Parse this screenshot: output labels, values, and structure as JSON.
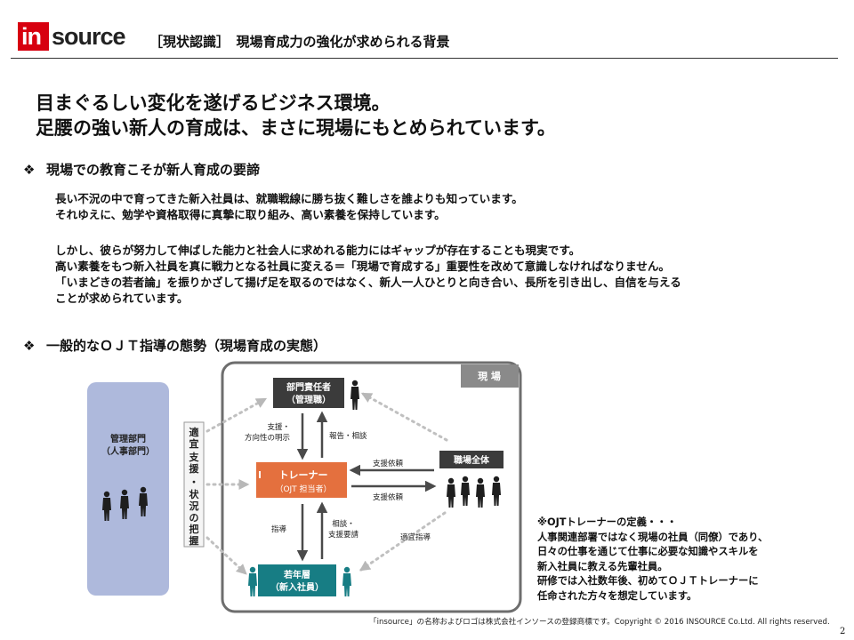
{
  "header": {
    "logo_text_in": "in",
    "logo_text_rest": "source",
    "title": "［現状認識］　現場育成力の強化が求められる背景"
  },
  "headline": {
    "line1": "目まぐるしい変化を遂げるビジネス環境。",
    "line2": "足腰の強い新人の育成は、まさに現場にもとめられています。"
  },
  "section1": {
    "bullet": "❖",
    "title": "現場での教育こそが新人育成の要諦",
    "paragraph1": [
      "長い不況の中で育ってきた新入社員は、就職戦線に勝ち抜く難しさを誰よりも知っています。",
      "それゆえに、勉学や資格取得に真摯に取り組み、高い素養を保持しています。"
    ],
    "paragraph2": [
      "しかし、彼らが努力して伸ばした能力と社会人に求めれる能力にはギャップが存在することも現実です。",
      "高い素養をもつ新入社員を真に戦力となる社員に変える＝「現場で育成する」重要性を改めて意識しなければなりません。",
      "「いまどきの若者論」を振りかざして揚げ足を取るのではなく、新人一人ひとりと向き合い、長所を引き出し、自信を与える",
      "ことが求められています。"
    ]
  },
  "section2": {
    "bullet": "❖",
    "title": "一般的なＯＪＴ指導の態勢（現場育成の実態）"
  },
  "diagram": {
    "admin_dept": [
      "管理部門",
      "（人事部門）"
    ],
    "vertical_box": [
      "適",
      "宜",
      "支",
      "援",
      "・",
      "状",
      "況",
      "の",
      "把",
      "握"
    ],
    "workplace_label": "現 場",
    "manager": [
      "部門責任者",
      "（管理職）"
    ],
    "trainer": [
      "トレーナー",
      "（OJT 担当者）"
    ],
    "workplace_all": "職場全体",
    "young": [
      "若年層",
      "（新入社員）"
    ],
    "support_direction": [
      "支援・",
      "方向性の明示"
    ],
    "report_consult": "報告・相談",
    "support_request_top": "支援依頼",
    "support_request_bottom": "支援依頼",
    "guidance": "指導",
    "consult_support": [
      "相談・",
      "支援要請"
    ],
    "appropriate_guidance": "適宜指導",
    "colors": {
      "admin_blue": "#aeb9dc",
      "trainer_orange": "#e4703e",
      "dark_box": "#3b3b3b",
      "teal": "#177d84",
      "frame_gray": "#6e6e6e"
    }
  },
  "note": [
    "※OJTトレーナーの定義・・・",
    "人事関連部署ではなく現場の社員（同僚）であり、",
    "日々の仕事を通じて仕事に必要な知識やスキルを",
    "新入社員に教える先輩社員。",
    "研修では入社数年後、初めてＯＪＴトレーナーに",
    "任命された方々を想定しています。"
  ],
  "footer": {
    "text": "「insource」の名称およびロゴは株式会社インソースの登録商標です。Copyright © 2016 INSOURCE Co.Ltd. All rights reserved.",
    "page": "2"
  }
}
